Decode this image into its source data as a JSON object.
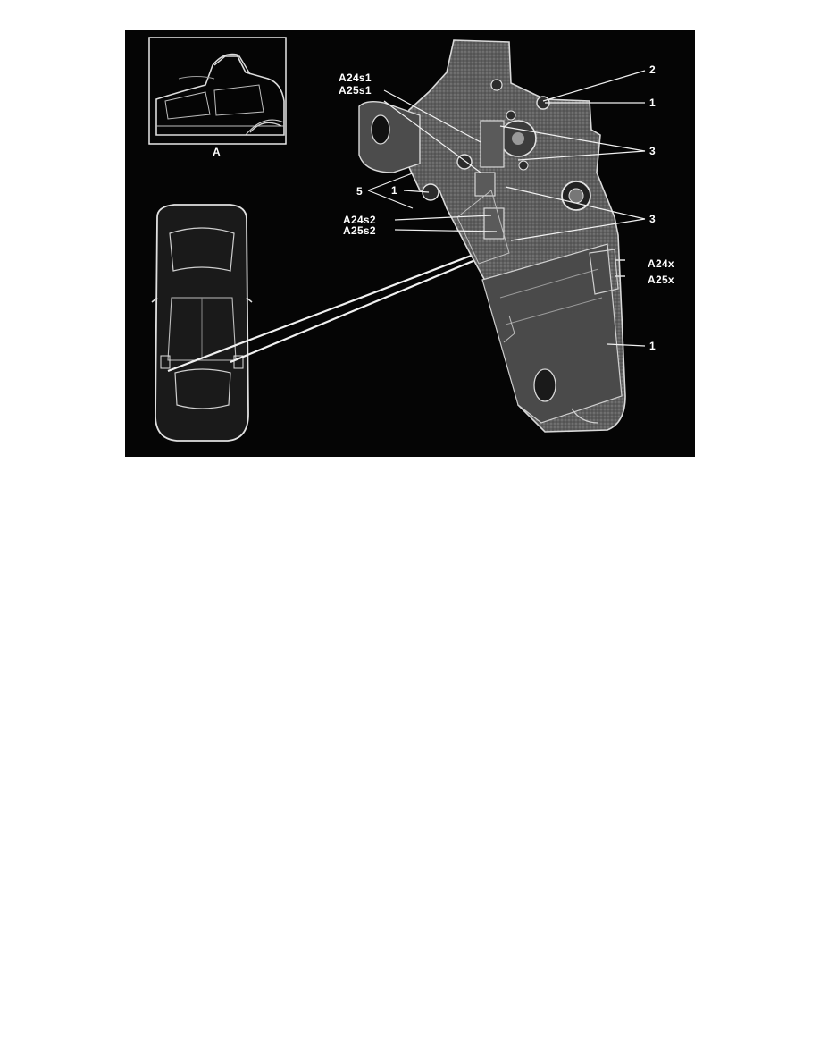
{
  "figure": {
    "inset_label": "A",
    "callouts": {
      "a24s1": "A24s1",
      "a25s1": "A25s1",
      "a24s2": "A24s2",
      "a25s2": "A25s2",
      "a24x": "A24x",
      "a25x": "A25x",
      "n2": "2",
      "n1_top": "1",
      "n3_upper": "3",
      "n3_lower": "3",
      "n5": "5",
      "n1_left": "1",
      "n1_bottom": "1"
    },
    "colors": {
      "background": "#050505",
      "line": "#e8e8e8",
      "part_fill": "#6a6a6a",
      "part_dark": "#2a2a2a"
    }
  }
}
